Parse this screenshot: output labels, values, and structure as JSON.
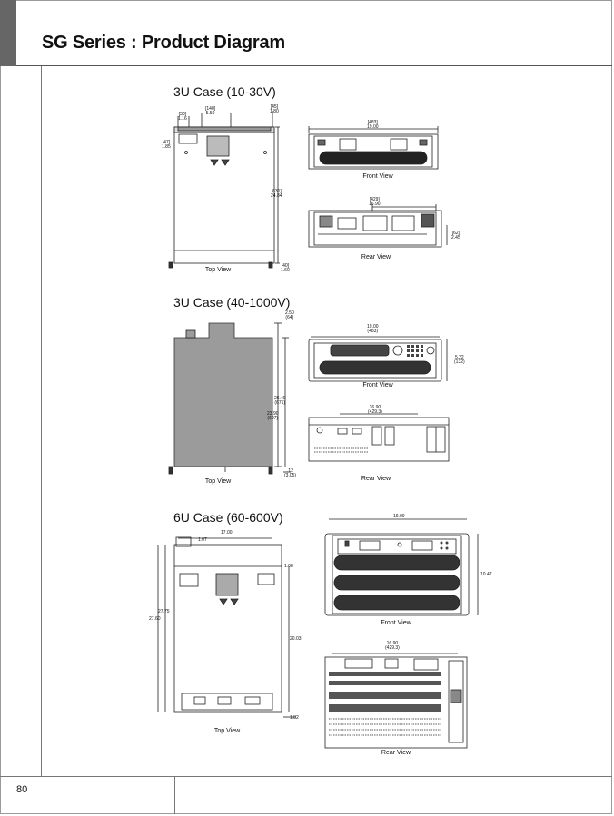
{
  "header": {
    "title": "SG Series : Product Diagram"
  },
  "footer": {
    "page_number": "80"
  },
  "sections": [
    {
      "title": "3U Case (10-30V)",
      "views": {
        "top": "Top View",
        "front": "Front View",
        "rear": "Rear View"
      },
      "dims": {
        "d30": "[30]",
        "d30b": "1.16",
        "d140": "[140]",
        "d140b": "5.50",
        "d45": "[45]",
        "d45b": "1.80",
        "d47": "[47]",
        "d47b": "1.85",
        "d631": "[631]",
        "d631b": "24.84",
        "d40": "[40]",
        "d40b": "1.60",
        "d483": "[483]",
        "d483b": "19.00",
        "d429": "[429]",
        "d429b": "16.90",
        "d62": "[62]",
        "d62b": "2.45"
      }
    },
    {
      "title": "3U Case (40-1000V)",
      "views": {
        "top": "Top View",
        "front": "Front View",
        "rear": "Rear View"
      },
      "dims": {
        "h250": "2.50",
        "h64": "(64)",
        "w1900": "19.00",
        "w483": "(483)",
        "h522": "5.22",
        "h132": "(132)",
        "d2640": "26.40",
        "d671": "(671)",
        "d2390": "23.90",
        "d607": "(607)",
        "d12": ".12",
        "d305": "(3.05)",
        "r1690": "16.90",
        "r4293": "(429.3)"
      }
    },
    {
      "title": "6U Case (60-600V)",
      "views": {
        "top": "Top View",
        "front": "Front View",
        "rear": "Rear View"
      },
      "dims": {
        "w1700": "17.00",
        "d107": "1.07",
        "d108": "1.08",
        "d2775": "27.75",
        "d2760": "27.60",
        "d2003": "20.03",
        "d182": "1.82",
        "w1900": "19.00",
        "h1047": "10.47",
        "r1690": "16.90",
        "r4293": "(429.3)"
      }
    }
  ]
}
